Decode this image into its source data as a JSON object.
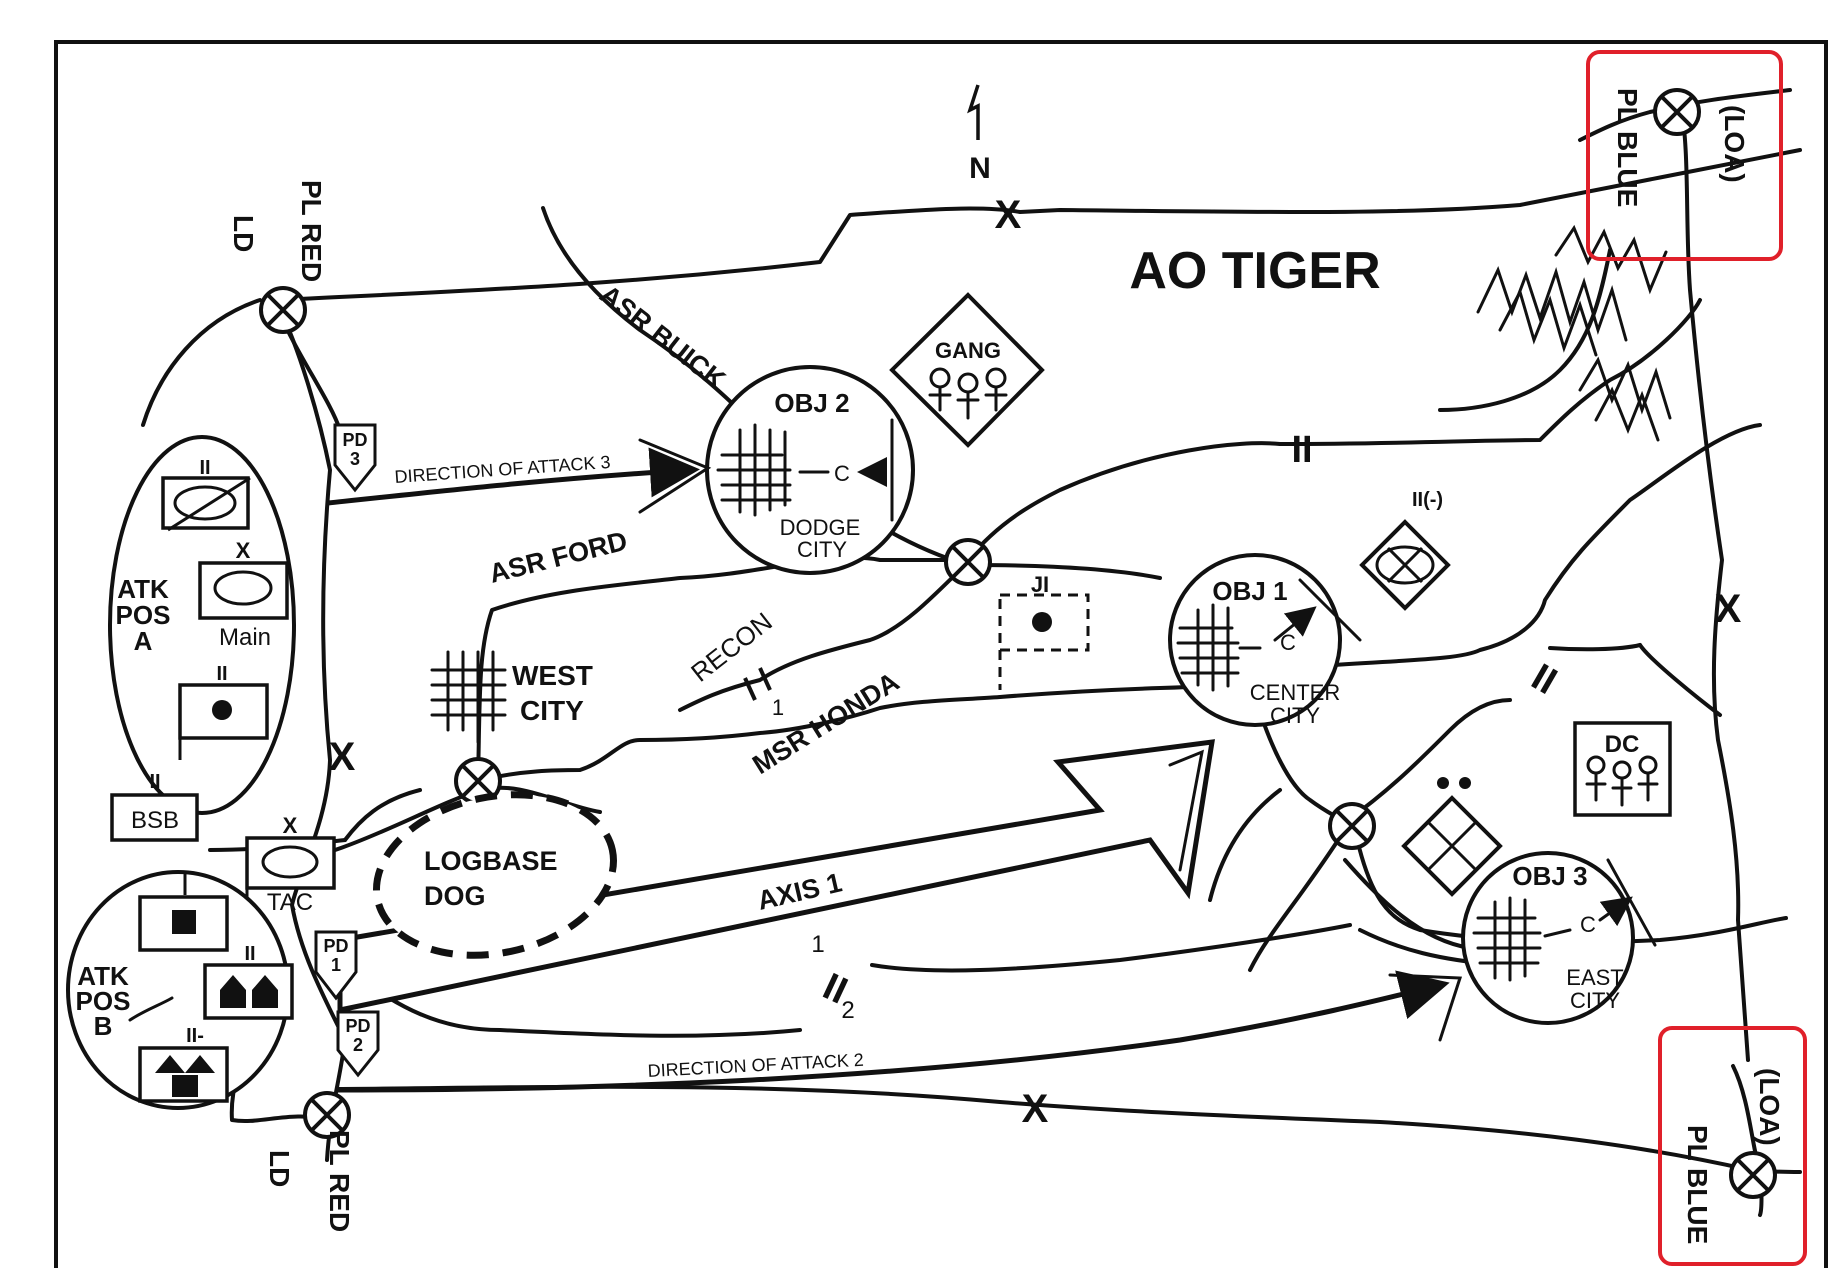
{
  "map": {
    "title": "AO TIGER",
    "north": "N",
    "boundary_marks": [
      "X",
      "X",
      "X",
      "X",
      "X",
      "X"
    ],
    "phase_lines": {
      "red": {
        "name": "PL RED",
        "tag": "LD"
      },
      "blue": {
        "name": "PL BLUE",
        "tag": "(LOA)"
      }
    },
    "routes": {
      "buick": "ASR BUICK",
      "ford": "ASR FORD",
      "honda": "MSR HONDA"
    },
    "objectives": [
      {
        "name": "OBJ 2",
        "city": "DODGE CITY",
        "city_l1": "DODGE",
        "city_l2": "CITY"
      },
      {
        "name": "OBJ 1",
        "city": "CENTER CITY",
        "city_l1": "CENTER",
        "city_l2": "CITY"
      },
      {
        "name": "OBJ 3",
        "city": "EAST CITY",
        "city_l1": "EAST",
        "city_l2": "CITY"
      }
    ],
    "west_city": {
      "l1": "WEST",
      "l2": "CITY"
    },
    "attacks": {
      "doa3": "DIRECTION OF ATTACK 3",
      "doa2": "DIRECTION OF ATTACK 2",
      "axis": "AXIS 1"
    },
    "points_of_departure": [
      {
        "l1": "PD",
        "l2": "3"
      },
      {
        "l1": "PD",
        "l2": "1"
      },
      {
        "l1": "PD",
        "l2": "2"
      }
    ],
    "units": {
      "gang": "GANG",
      "dc": "DC",
      "bsb": "BSB",
      "main": "Main",
      "tac": "TAC",
      "ji": "JI",
      "bn_minus": "II(-)",
      "echelon_ii": "II",
      "echelon_x": "X",
      "echelon_ii_minus": "II-",
      "recon": "RECON",
      "recon_num": "1",
      "bnd_1": "1",
      "bnd_2": "2",
      "control_c": "C"
    },
    "logbase": {
      "l1": "LOGBASE",
      "l2": "DOG"
    },
    "attack_positions": {
      "a": {
        "l1": "ATK",
        "l2": "POS",
        "l3": "A"
      },
      "b": {
        "l1": "ATK",
        "l2": "POS",
        "l3": "B"
      }
    },
    "colors": {
      "ink": "#111111",
      "highlight": "#e0202a",
      "paper": "#ffffff"
    }
  }
}
